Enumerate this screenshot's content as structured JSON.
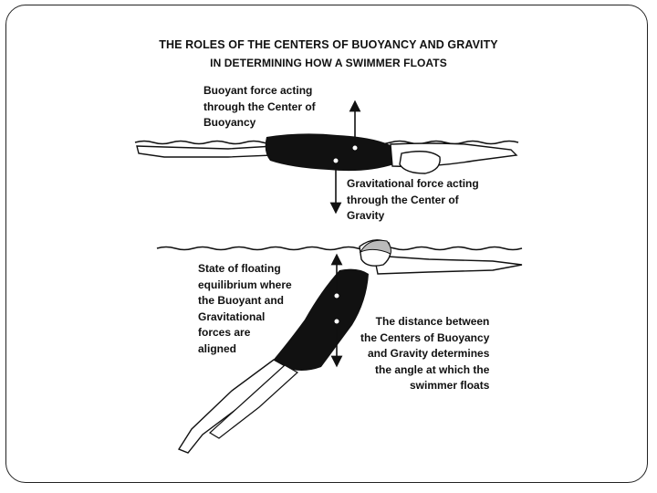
{
  "diagram": {
    "title_line1": "THE ROLES OF THE CENTERS OF BUOYANCY AND GRAVITY",
    "title_line2": "IN DETERMINING HOW A SWIMMER FLOATS",
    "labels": {
      "buoyant_force": "Buoyant force acting\nthrough the Center of\nBuoyancy",
      "gravitational_force": "Gravitational force acting\nthrough the Center of\nGravity",
      "equilibrium": "State of floating\nequilibrium where\nthe Buoyant and\nGravitational\nforces are\naligned",
      "distance": "The distance between\nthe Centers of Buoyancy\nand Gravity determines\nthe angle at which the\nswimmer floats"
    }
  }
}
